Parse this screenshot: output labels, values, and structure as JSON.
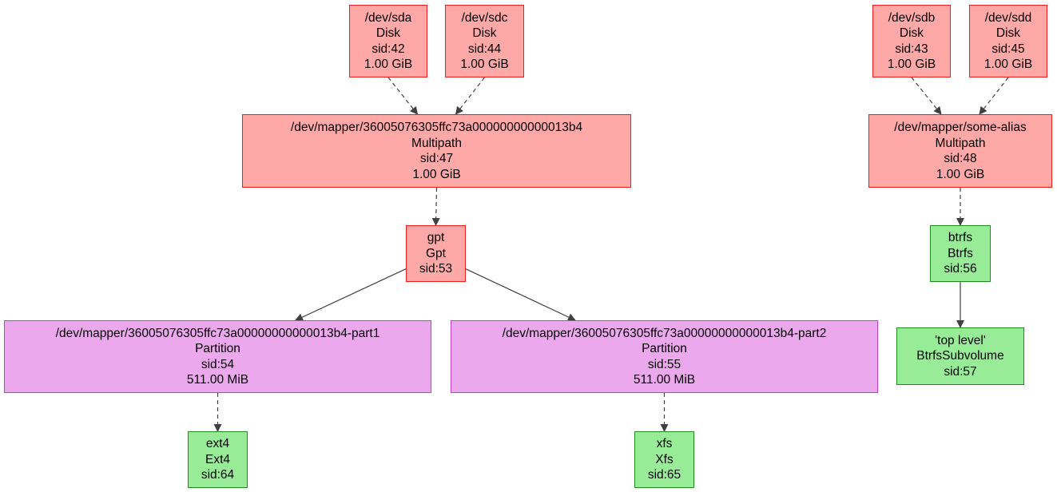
{
  "colors": {
    "disk_fill": "#ffa8a8",
    "disk_border": "#ee1c1c",
    "partition_fill": "#eca8ec",
    "partition_border": "#c83cc8",
    "fs_fill": "#98ec98",
    "fs_border": "#1e8c1e",
    "edge": "#404040"
  },
  "nodes": {
    "sda": {
      "lines": [
        "/dev/sda",
        "Disk",
        "sid:42",
        "1.00 GiB"
      ]
    },
    "sdc": {
      "lines": [
        "/dev/sdc",
        "Disk",
        "sid:44",
        "1.00 GiB"
      ]
    },
    "sdb": {
      "lines": [
        "/dev/sdb",
        "Disk",
        "sid:43",
        "1.00 GiB"
      ]
    },
    "sdd": {
      "lines": [
        "/dev/sdd",
        "Disk",
        "sid:45",
        "1.00 GiB"
      ]
    },
    "mp47": {
      "lines": [
        "/dev/mapper/36005076305ffc73a00000000000013b4",
        "Multipath",
        "sid:47",
        "1.00 GiB"
      ]
    },
    "mp48": {
      "lines": [
        "/dev/mapper/some-alias",
        "Multipath",
        "sid:48",
        "1.00 GiB"
      ]
    },
    "gpt": {
      "lines": [
        "gpt",
        "Gpt",
        "sid:53"
      ]
    },
    "btrfs": {
      "lines": [
        "btrfs",
        "Btrfs",
        "sid:56"
      ]
    },
    "part1": {
      "lines": [
        "/dev/mapper/36005076305ffc73a00000000000013b4-part1",
        "Partition",
        "sid:54",
        "511.00 MiB"
      ]
    },
    "part2": {
      "lines": [
        "/dev/mapper/36005076305ffc73a00000000000013b4-part2",
        "Partition",
        "sid:55",
        "511.00 MiB"
      ]
    },
    "subvol": {
      "lines": [
        "'top level'",
        "BtrfsSubvolume",
        "sid:57"
      ]
    },
    "ext4": {
      "lines": [
        "ext4",
        "Ext4",
        "sid:64"
      ]
    },
    "xfs": {
      "lines": [
        "xfs",
        "Xfs",
        "sid:65"
      ]
    }
  },
  "edges": [
    {
      "from": "sda",
      "to": "mp47",
      "style": "dashed"
    },
    {
      "from": "sdc",
      "to": "mp47",
      "style": "dashed"
    },
    {
      "from": "sdb",
      "to": "mp48",
      "style": "dashed"
    },
    {
      "from": "sdd",
      "to": "mp48",
      "style": "dashed"
    },
    {
      "from": "mp47",
      "to": "gpt",
      "style": "dashed"
    },
    {
      "from": "mp48",
      "to": "btrfs",
      "style": "dashed"
    },
    {
      "from": "gpt",
      "to": "part1",
      "style": "solid"
    },
    {
      "from": "gpt",
      "to": "part2",
      "style": "solid"
    },
    {
      "from": "btrfs",
      "to": "subvol",
      "style": "solid"
    },
    {
      "from": "part1",
      "to": "ext4",
      "style": "dashed"
    },
    {
      "from": "part2",
      "to": "xfs",
      "style": "dashed"
    }
  ]
}
